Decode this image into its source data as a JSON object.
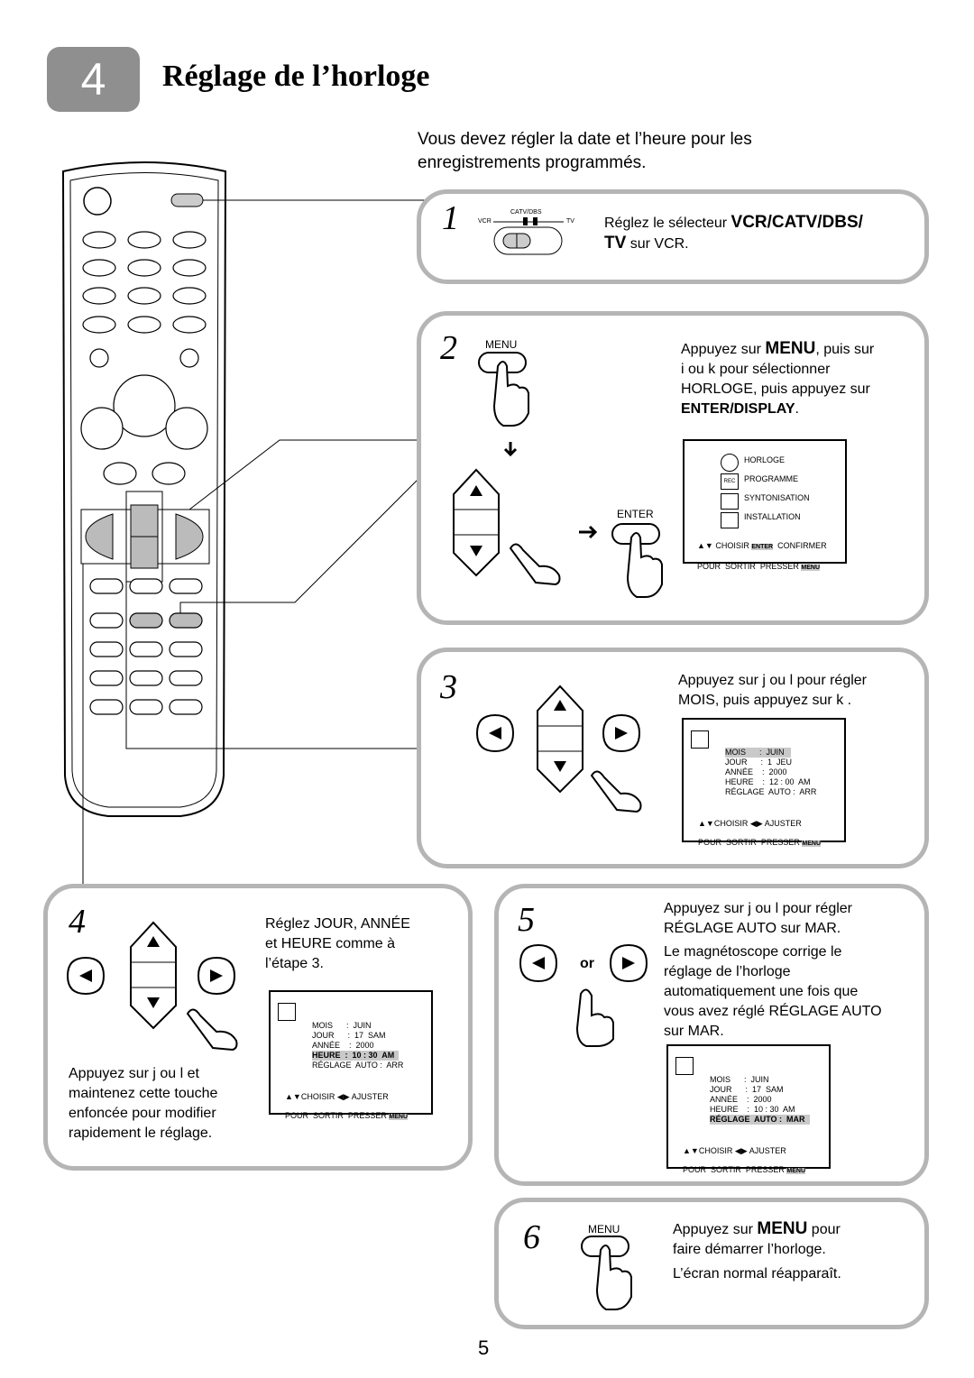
{
  "header": {
    "step_number": "4",
    "title": "Réglage de l’horloge"
  },
  "intro": "Vous devez régler la date et l’heure pour les enregistrements programmés.",
  "step1": {
    "number": "1",
    "switch_top": "CATV/DBS",
    "switch_left": "VCR",
    "switch_right": "TV",
    "text_a": "Réglez le sélecteur ",
    "text_bold": "VCR/CATV/DBS/",
    "text_bold2": "TV",
    "text_b": " sur VCR."
  },
  "step2": {
    "number": "2",
    "menu_label": "MENU",
    "enter_label": "ENTER",
    "text_1a": "Appuyez sur ",
    "text_1b": "MENU",
    "text_1c": ", puis sur",
    "text_2": "i    ou k   pour sélectionner",
    "text_3": "HORLOGE, puis appuyez sur",
    "text_4": "ENTER/DISPLAY",
    "text_4b": ".",
    "osd": {
      "items": [
        "HORLOGE",
        "PROGRAMME",
        "SYNTONISATION",
        "INSTALLATION"
      ],
      "footer1a": "CHOISIR",
      "footer1b": "ENTER",
      "footer1c": "CONFIRMER",
      "footer2a": "POUR  SORTIR  PRESSER",
      "footer2b": "MENU"
    }
  },
  "step3": {
    "number": "3",
    "text_1": "Appuyez sur j    ou l    pour régler",
    "text_2": "MOIS, puis appuyez sur k  .",
    "osd": {
      "rows": [
        "MOIS      :  JUIN   ",
        "JOUR      :  1  JEU",
        "ANNÉE    :  2000",
        "HEURE    :  12 : 00  AM",
        "RÉGLAGE  AUTO :  ARR"
      ],
      "footer1a": "CHOISIR",
      "footer1b": "AJUSTER",
      "footer2a": "POUR  SORTIR  PRESSER",
      "footer2b": "MENU"
    }
  },
  "step4": {
    "number": "4",
    "text_1": "Réglez JOUR, ANNÉE",
    "text_2": "et HEURE comme à",
    "text_3": "l’étape 3.",
    "bottom_1": "Appuyez sur j    ou l    et",
    "bottom_2": "maintenez cette touche",
    "bottom_3": "enfoncée pour modifier",
    "bottom_4": "rapidement le réglage.",
    "osd": {
      "rows": [
        "MOIS      :  JUIN",
        "JOUR      :  17  SAM",
        "ANNÉE    :  2000",
        "HEURE  :  10 : 30  AM  ",
        "RÉGLAGE  AUTO :  ARR"
      ],
      "footer1a": "CHOISIR",
      "footer1b": "AJUSTER",
      "footer2a": "POUR  SORTIR  PRESSER",
      "footer2b": "MENU"
    }
  },
  "step5": {
    "number": "5",
    "or": "or",
    "text_1": "Appuyez sur j    ou l    pour régler",
    "text_2": "RÉGLAGE AUTO sur MAR.",
    "text_3": "Le magnétoscope corrige le",
    "text_4": "réglage de l’horloge",
    "text_5": "automatiquement une fois que",
    "text_6": "vous avez réglé RÉGLAGE AUTO",
    "text_7": "sur MAR.",
    "osd": {
      "rows": [
        "MOIS      :  JUIN",
        "JOUR      :  17  SAM",
        "ANNÉE    :  2000",
        "HEURE    :  10 : 30  AM",
        "RÉGLAGE  AUTO :  MAR  "
      ],
      "footer1a": "CHOISIR",
      "footer1b": "AJUSTER",
      "footer2a": "POUR  SORTIR  PRESSER",
      "footer2b": "MENU"
    }
  },
  "step6": {
    "number": "6",
    "menu_label": "MENU",
    "text_1a": "Appuyez sur ",
    "text_1b": "MENU",
    "text_1c": " pour",
    "text_2": "faire démarrer l’horloge.",
    "text_3": "L’écran normal réapparaît."
  },
  "page_number": "5"
}
